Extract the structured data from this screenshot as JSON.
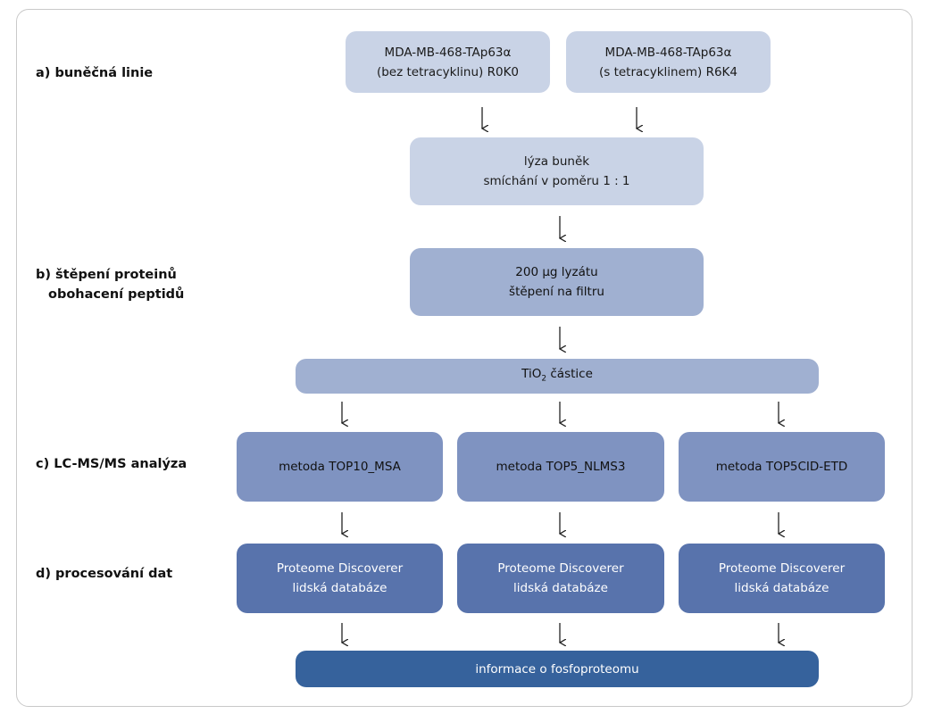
{
  "stages": {
    "a": "a) buněčná linie",
    "b_line1": "b) štěpení proteinů",
    "b_line2": "obohacení peptidů",
    "c": "c) LC-MS/MS analýza",
    "d": "d) procesování dat"
  },
  "cell_lines": {
    "left_line1": "MDA-MB-468-TAp63α",
    "left_line2": "(bez tetracyklinu) R0K0",
    "right_line1": "MDA-MB-468-TAp63α",
    "right_line2": "(s tetracyklinem) R6K4"
  },
  "lysis": {
    "line1": "lýza buněk",
    "line2": "smíchání v poměru 1 : 1"
  },
  "digestion": {
    "line1": "200 µg lyzátu",
    "line2": "štěpení na filtru"
  },
  "enrichment": {
    "prefix": "TiO",
    "subscript": "2",
    "suffix": " částice"
  },
  "methods": [
    "metoda TOP10_MSA",
    "metoda TOP5_NLMS3",
    "metoda TOP5CID-ETD"
  ],
  "processing": {
    "line1": "Proteome Discoverer",
    "line2": "lidská databáze"
  },
  "result": "informace o fosfoproteomu",
  "colors": {
    "level1": "#c9d3e6",
    "level2": "#a0b0d1",
    "level3": "#7f93c1",
    "level4": "#5873ac",
    "level5": "#36629c",
    "frame": "#c9c9c9",
    "arrow": "#222222"
  }
}
